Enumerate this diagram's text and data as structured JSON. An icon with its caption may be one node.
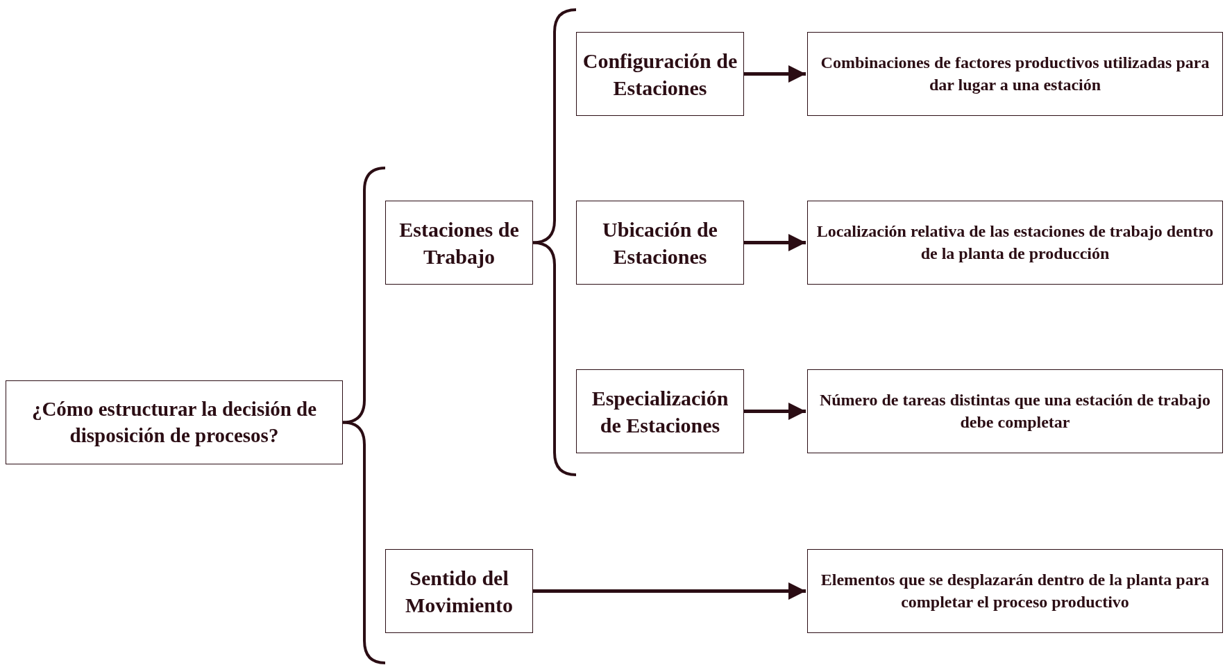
{
  "diagram": {
    "nodes": [
      {
        "text": [
          "¿Cómo estructurar la decisión de disposición de procesos?"
        ]
      },
      {
        "text": [
          "Estaciones de Trabajo"
        ]
      },
      {
        "text": [
          "Configuración de Estaciones"
        ]
      },
      {
        "text": [
          "Combinaciones de factores productivos utilizadas para dar lugar a una estación"
        ]
      },
      {
        "text": [
          "Ubicación de Estaciones"
        ]
      },
      {
        "text": [
          "Localización relativa de las estaciones de trabajo dentro de la planta de producción"
        ]
      },
      {
        "text": [
          "Especialización de Estaciones"
        ]
      },
      {
        "text": [
          "Número de tareas distintas que una estación de trabajo debe completar"
        ]
      },
      {
        "text": [
          "Sentido del Movimiento"
        ]
      },
      {
        "text": [
          "Elementos que se desplazarán dentro de la planta para completar el proceso productivo"
        ]
      }
    ],
    "edges": [
      {
        "from": 0,
        "to": 1,
        "arrow": "none"
      },
      {
        "from": 0,
        "to": 8,
        "arrow": "none"
      },
      {
        "from": 1,
        "to": 2,
        "arrow": "none"
      },
      {
        "from": 1,
        "to": 6,
        "arrow": "none"
      },
      {
        "from": 2,
        "to": 3,
        "arrow": "to"
      },
      {
        "from": 4,
        "to": 5,
        "arrow": "to"
      },
      {
        "from": 6,
        "to": 7,
        "arrow": "to"
      },
      {
        "from": 8,
        "to": 9,
        "arrow": "to"
      }
    ]
  }
}
